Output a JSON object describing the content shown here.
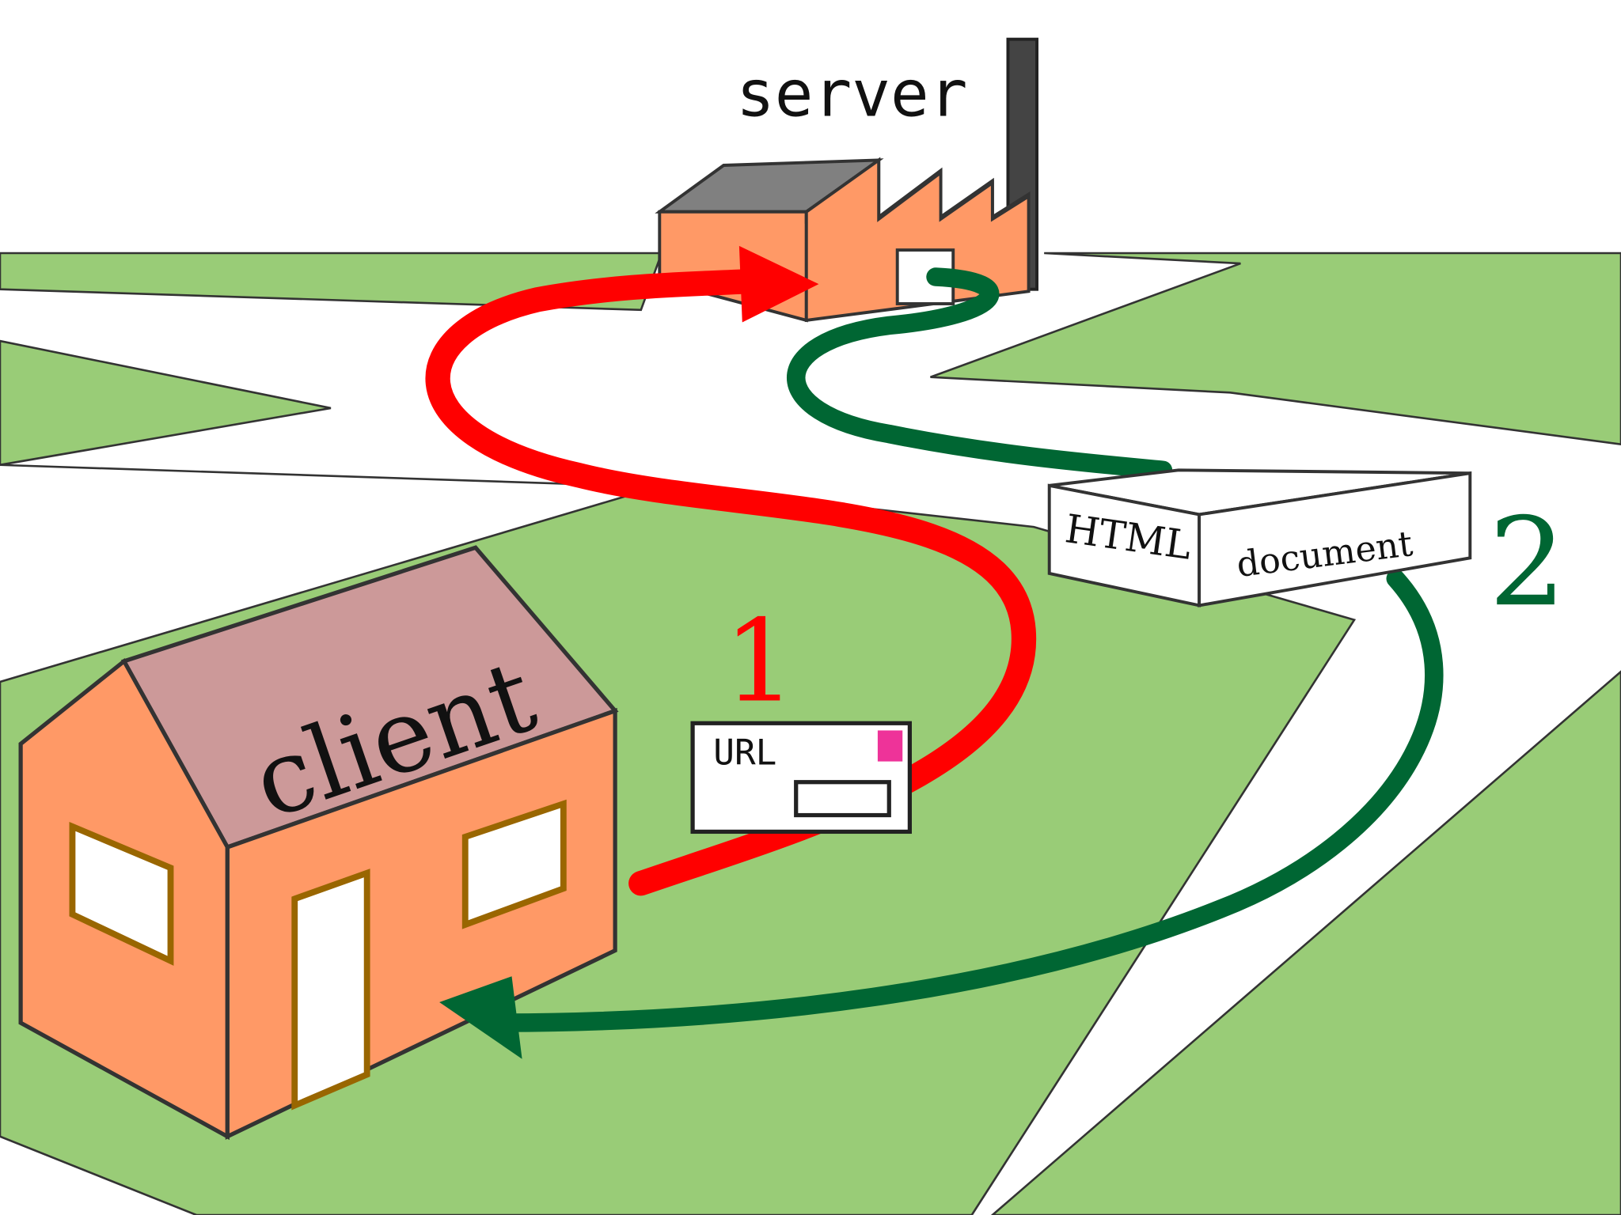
{
  "labels": {
    "server": "server",
    "client": "client",
    "step1": "1",
    "step2": "2",
    "url": "URL",
    "html": "HTML",
    "document": "document"
  },
  "colors": {
    "grass": "#99cc77",
    "road": "#ffffff",
    "outline": "#333333",
    "house_wall": "#ff9966",
    "house_roof": "#cc9999",
    "window_frame": "#996600",
    "factory_roof": "#808080",
    "chimney": "#444444",
    "request_arrow": "#ff0000",
    "response_arrow": "#006633",
    "stamp": "#ee3399"
  }
}
